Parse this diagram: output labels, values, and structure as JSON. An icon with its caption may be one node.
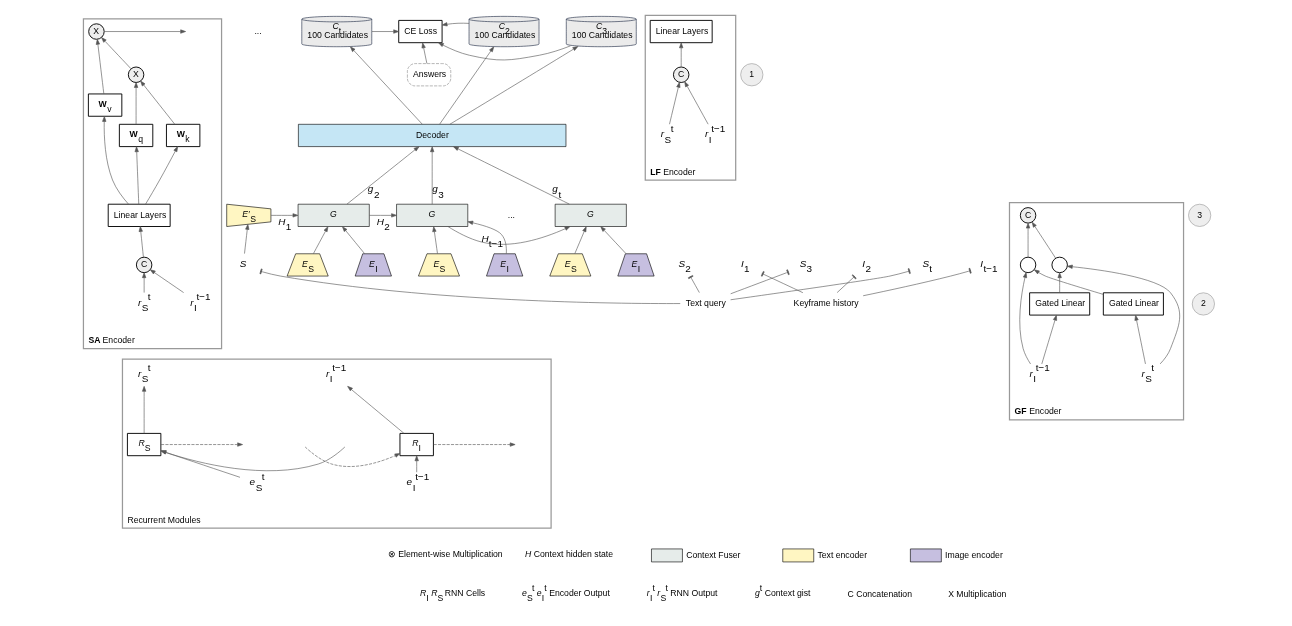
{
  "diagram": {
    "nodes": [
      {
        "text": [
          "CE Loss"
        ]
      },
      {
        "text": [
          "*C*$_{2}$",
          "100 Candidates"
        ]
      },
      {
        "text": [
          "*C*$_{3}$",
          "100 Candidates"
        ]
      },
      {
        "text": [
          "*C*$_{t}$",
          "100 Candidates"
        ]
      },
      {
        "text": [
          "Answers"
        ]
      },
      {
        "text": [
          "Decoder"
        ]
      },
      {
        "text": [
          "*E′*$_{S}$"
        ]
      },
      {
        "text": [
          "*G*"
        ]
      },
      {
        "text": [
          "*G*"
        ]
      },
      {
        "text": [
          "*G*"
        ]
      },
      {
        "text": [
          "*E*$_{S}$"
        ]
      },
      {
        "text": [
          "*E*$_{I}$"
        ]
      },
      {
        "text": [
          "*E*$_{S}$"
        ]
      },
      {
        "text": [
          "*E*$_{I}$"
        ]
      },
      {
        "text": [
          "*E*$_{S}$"
        ]
      },
      {
        "text": [
          "*E*$_{I}$"
        ]
      },
      {
        "text": [
          "*S*"
        ]
      },
      {
        "text": [
          "*S*$_{2}$"
        ]
      },
      {
        "text": [
          "*I*$_{1}$"
        ]
      },
      {
        "text": [
          "*S*$_{3}$"
        ]
      },
      {
        "text": [
          "*I*$_{2}$"
        ]
      },
      {
        "text": [
          "*S*$_{t}$"
        ]
      },
      {
        "text": [
          "*I*$_{t−1}$"
        ]
      },
      {
        "text": [
          "Text query"
        ]
      },
      {
        "text": [
          "Keyframe history"
        ]
      },
      {
        "text": [
          "**LF** Encoder"
        ]
      },
      {
        "text": [
          "1"
        ]
      },
      {
        "text": [
          "Linear Layers"
        ],
        "in": 25
      },
      {
        "text": [
          "C"
        ],
        "in": 25
      },
      {
        "text": [
          "*r*$_{S}$$^{t}$"
        ],
        "in": 25
      },
      {
        "text": [
          "*r*$_{I}$$^{t−1}$"
        ],
        "in": 25
      },
      {
        "text": [
          "**GF** Encoder"
        ]
      },
      {
        "text": [
          "2"
        ]
      },
      {
        "text": [
          "C"
        ],
        "in": 31
      },
      {
        "text": [],
        "shape": "circle",
        "in": 31
      },
      {
        "text": [],
        "shape": "circle",
        "in": 31
      },
      {
        "text": [
          "Gated Linear"
        ],
        "in": 31
      },
      {
        "text": [
          "Gated Linear"
        ],
        "in": 31
      },
      {
        "text": [
          "*r*$_{S}$$^{t}$"
        ],
        "in": 31
      },
      {
        "text": [
          "*r*$_{I}$$^{t−1}$"
        ],
        "in": 31
      },
      {
        "text": [
          "**SA** Encoder"
        ]
      },
      {
        "text": [
          "3"
        ]
      },
      {
        "text": [
          "Linear Layers"
        ],
        "in": 40
      },
      {
        "text": [
          "C"
        ],
        "in": 40
      },
      {
        "text": [
          "*r*$_{S}$$^{t}$"
        ],
        "in": 40
      },
      {
        "text": [
          "*r*$_{I}$$^{t−1}$"
        ],
        "in": 40
      },
      {
        "text": [
          "**W**$_{q}$"
        ],
        "in": 40
      },
      {
        "text": [
          "**W**$_{k}$"
        ],
        "in": 40
      },
      {
        "text": [
          "**W**$_{v}$"
        ],
        "in": 40
      },
      {
        "text": [
          "X"
        ],
        "in": 40
      },
      {
        "text": [
          "X"
        ],
        "in": 40
      },
      {
        "text": [
          "Recurrent Modules"
        ]
      },
      {
        "text": [
          "*R*$_{S}$"
        ],
        "in": 51
      },
      {
        "text": [
          "*R*$_{I}$"
        ],
        "in": 51
      },
      {
        "text": [
          "*r*$_{S}$$^{t}$"
        ],
        "in": 51
      },
      {
        "text": [
          "*e*$_{S}$$^{t}$"
        ],
        "in": 51
      },
      {
        "text": [
          "*r*$_{I}$$^{t−1}$"
        ],
        "in": 51
      },
      {
        "text": [
          "*e*$_{I}$$^{t−1}$"
        ],
        "in": 51
      }
    ],
    "edges": [
      {
        "from": 1,
        "to": 0,
        "arrow": "to"
      },
      {
        "from": 2,
        "to": 0,
        "arrow": "to"
      },
      {
        "from": 3,
        "to": 0,
        "arrow": "to"
      },
      {
        "from": 4,
        "to": 0,
        "arrow": "to"
      },
      {
        "from": 5,
        "to": 1,
        "arrow": "to"
      },
      {
        "from": 5,
        "to": 2,
        "arrow": "to"
      },
      {
        "from": 5,
        "to": 3,
        "arrow": "to"
      },
      {
        "from": 7,
        "to": 5,
        "arrow": "to",
        "label": "*g*$_{2}$"
      },
      {
        "from": 8,
        "to": 5,
        "arrow": "to",
        "label": "*g*$_{3}$"
      },
      {
        "from": 9,
        "to": 5,
        "arrow": "to",
        "label": "*g*$_{t}$"
      },
      {
        "from": 16,
        "to": 6,
        "arrow": "to"
      },
      {
        "from": 6,
        "to": 7,
        "arrow": "to",
        "label": "*H*$_{1}$"
      },
      {
        "from": 7,
        "to": 8,
        "arrow": "to",
        "label": "*H*$_{2}$"
      },
      {
        "from": 8,
        "to": 9,
        "arrow": "to",
        "label": "*H*$_{t−1}$"
      },
      {
        "from": 10,
        "to": 7,
        "arrow": "to"
      },
      {
        "from": 11,
        "to": 7,
        "arrow": "to"
      },
      {
        "from": 12,
        "to": 8,
        "arrow": "to"
      },
      {
        "from": 13,
        "to": 8,
        "arrow": "to"
      },
      {
        "from": 14,
        "to": 9,
        "arrow": "to"
      },
      {
        "from": 15,
        "to": 9,
        "arrow": "to"
      },
      {
        "from": 23,
        "to": 16,
        "arrow": "other"
      },
      {
        "from": 23,
        "to": 17,
        "arrow": "other"
      },
      {
        "from": 23,
        "to": 19,
        "arrow": "other"
      },
      {
        "from": 23,
        "to": 21,
        "arrow": "other"
      },
      {
        "from": 24,
        "to": 18,
        "arrow": "other"
      },
      {
        "from": 24,
        "to": 20,
        "arrow": "other"
      },
      {
        "from": 24,
        "to": 22,
        "arrow": "other"
      },
      {
        "from": 29,
        "to": 28,
        "arrow": "to"
      },
      {
        "from": 30,
        "to": 28,
        "arrow": "to"
      },
      {
        "from": 28,
        "to": 27,
        "arrow": "to"
      },
      {
        "from": 38,
        "to": 36,
        "arrow": "to"
      },
      {
        "from": 39,
        "to": 37,
        "arrow": "to"
      },
      {
        "from": 36,
        "to": 34,
        "arrow": "to"
      },
      {
        "from": 37,
        "to": 35,
        "arrow": "to"
      },
      {
        "from": 38,
        "to": 35,
        "arrow": "to"
      },
      {
        "from": 39,
        "to": 34,
        "arrow": "to"
      },
      {
        "from": 34,
        "to": 33,
        "arrow": "to"
      },
      {
        "from": 35,
        "to": 33,
        "arrow": "to"
      },
      {
        "from": 44,
        "to": 43,
        "arrow": "to"
      },
      {
        "from": 45,
        "to": 43,
        "arrow": "to"
      },
      {
        "from": 43,
        "to": 42,
        "arrow": "to"
      },
      {
        "from": 42,
        "to": 46,
        "arrow": "to"
      },
      {
        "from": 42,
        "to": 47,
        "arrow": "to"
      },
      {
        "from": 42,
        "to": 48,
        "arrow": "to"
      },
      {
        "from": 46,
        "to": 49,
        "arrow": "to"
      },
      {
        "from": 47,
        "to": 49,
        "arrow": "to"
      },
      {
        "from": 49,
        "to": 50,
        "arrow": "to"
      },
      {
        "from": 48,
        "to": 50,
        "arrow": "to"
      },
      {
        "from": 50,
        "to": null,
        "arrow": "to"
      },
      {
        "from": null,
        "to": 52,
        "arrow": "to"
      },
      {
        "from": 52,
        "to": null,
        "arrow": "to",
        "style": "dashed"
      },
      {
        "from": 52,
        "to": 54,
        "arrow": "to"
      },
      {
        "from": 55,
        "to": 52,
        "arrow": "to"
      },
      {
        "from": null,
        "to": 53,
        "arrow": "to",
        "style": "dashed"
      },
      {
        "from": 53,
        "to": null,
        "arrow": "to",
        "style": "dashed"
      },
      {
        "from": 53,
        "to": 56,
        "arrow": "to"
      },
      {
        "from": 57,
        "to": 53,
        "arrow": "to"
      }
    ],
    "labels": [
      "...",
      "..."
    ],
    "legend": [
      {
        "text": "*H* Context hidden state"
      },
      {
        "text": "Context Fuser",
        "color": "#e6ecea"
      },
      {
        "text": "Text encoder",
        "color": "#fff6c2"
      },
      {
        "text": "Image encoder",
        "color": "#c6bfe0"
      },
      {
        "text": "⊗ Element-wise Multiplication"
      },
      {
        "text": "*R*$_{I}$ *R*$_{S}$ RNN Cells"
      },
      {
        "text": "*e*$_{S}$$^{t}$ *e*$_{I}$$^{t}$ Encoder Output"
      },
      {
        "text": "*r*$_{I}$$^{t}$ *r*$_{S}$$^{t}$ RNN Output"
      },
      {
        "text": "*g*$^{t}$ Context gist"
      },
      {
        "text": "C Concatenation"
      },
      {
        "text": "X Multiplication"
      }
    ]
  }
}
